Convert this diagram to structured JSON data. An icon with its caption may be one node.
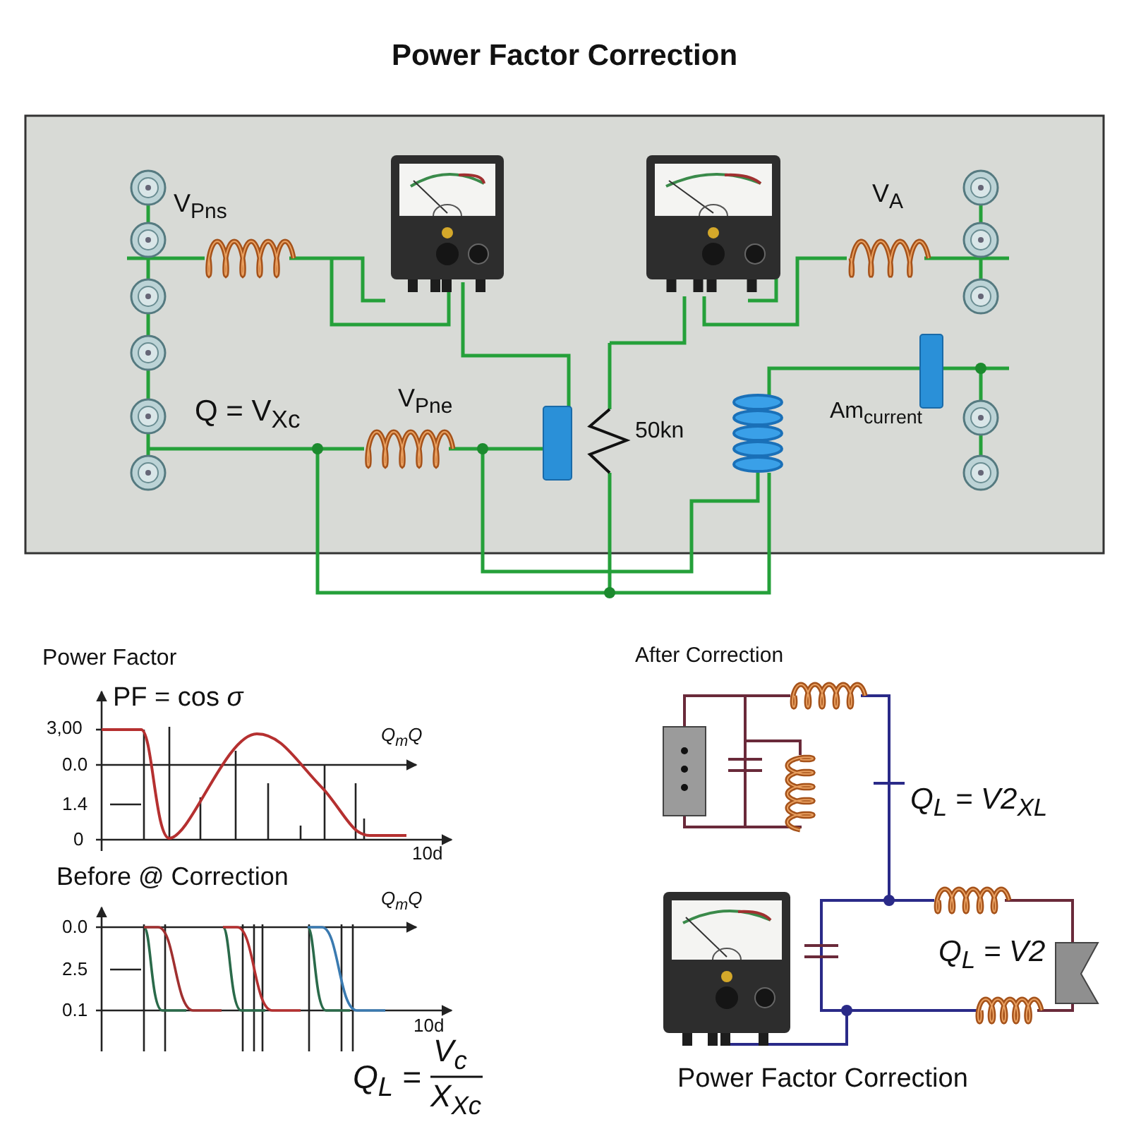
{
  "diagram": {
    "title": "Power Factor Correction",
    "labels": [
      "V$_{Pns}$",
      "V$_{A}$",
      "Q = V$_{Xc}$",
      "V$_{Pne}$",
      "50kn",
      "Am$_{current}$",
      "Power Factor",
      "After Correction",
      "PF = cos *σ*",
      "3,00",
      "Q$_{m}$Q",
      "0.0",
      "1.4",
      "0",
      "10d",
      "Before @ Correction",
      "Q$_{m}$Q",
      "0.0",
      "2.5",
      "0.1",
      "10d",
      "Q$_{L}$ = V2$_{XL}$",
      "Q$_{L}$ = V2",
      "Q$_{L}$ =",
      "V$_{c}$",
      "X$_{Xc}$",
      "Power Factor Correction"
    ]
  }
}
